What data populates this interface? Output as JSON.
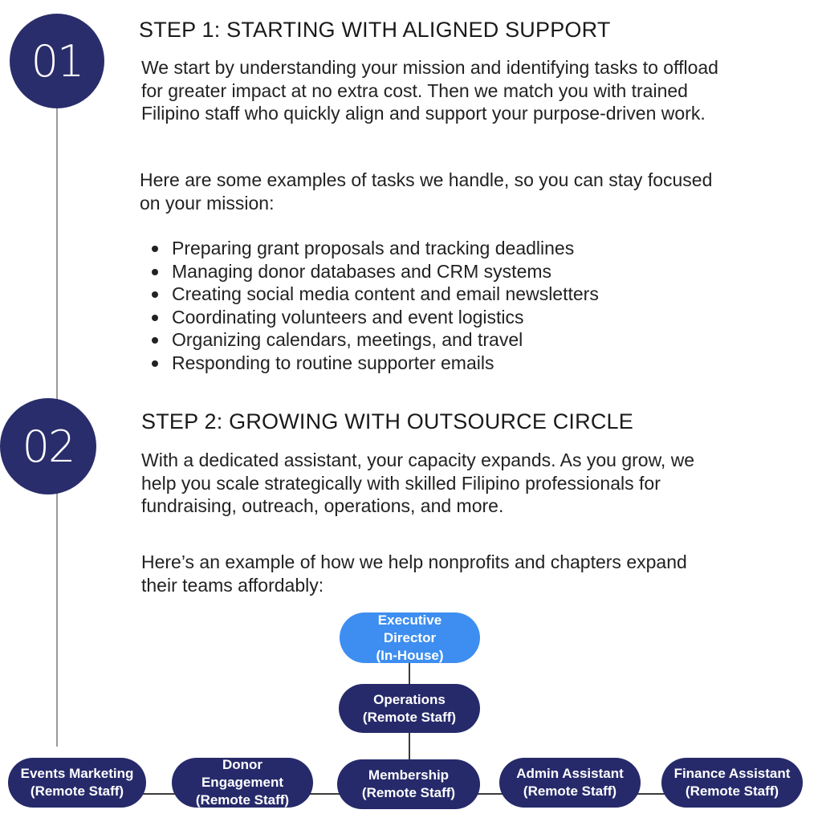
{
  "steps": [
    {
      "number": "01",
      "title": "STEP 1: STARTING WITH ALIGNED SUPPORT",
      "intro": "We start by understanding your mission and identifying tasks to offload for greater impact at no extra cost. Then we match you with trained Filipino staff who quickly align and support your purpose-driven work.",
      "examples_intro": "Here are some examples of tasks we handle, so you can stay focused on your mission:",
      "tasks": [
        "Preparing grant proposals and tracking deadlines",
        "Managing donor databases and CRM systems",
        "Creating social media content and email newsletters",
        "Coordinating volunteers and event logistics",
        "Organizing calendars, meetings, and travel",
        "Responding to routine supporter emails"
      ]
    },
    {
      "number": "02",
      "title": "STEP 2: GROWING WITH OUTSOURCE CIRCLE",
      "intro": "With a dedicated assistant, your capacity expands. As you grow, we help you scale strategically with skilled Filipino professionals for fundraising, outreach, operations, and more.",
      "examples_intro": "Here’s an example of how we help nonprofits and chapters expand their teams affordably:"
    }
  ],
  "org_chart": {
    "executive": "Executive\nDirector\n(In-House)",
    "operations": "Operations\n(Remote Staff)",
    "team": [
      "Events Marketing\n(Remote Staff)",
      "Donor\nEngagement\n(Remote Staff)",
      "Membership\n(Remote Staff)",
      "Admin Assistant\n(Remote Staff)",
      "Finance Assistant\n(Remote Staff)"
    ]
  },
  "colors": {
    "circle": "#2a2d6b",
    "node": "#262a6a",
    "executive_node": "#3d8ef0",
    "timeline": "#9a9a9a"
  }
}
